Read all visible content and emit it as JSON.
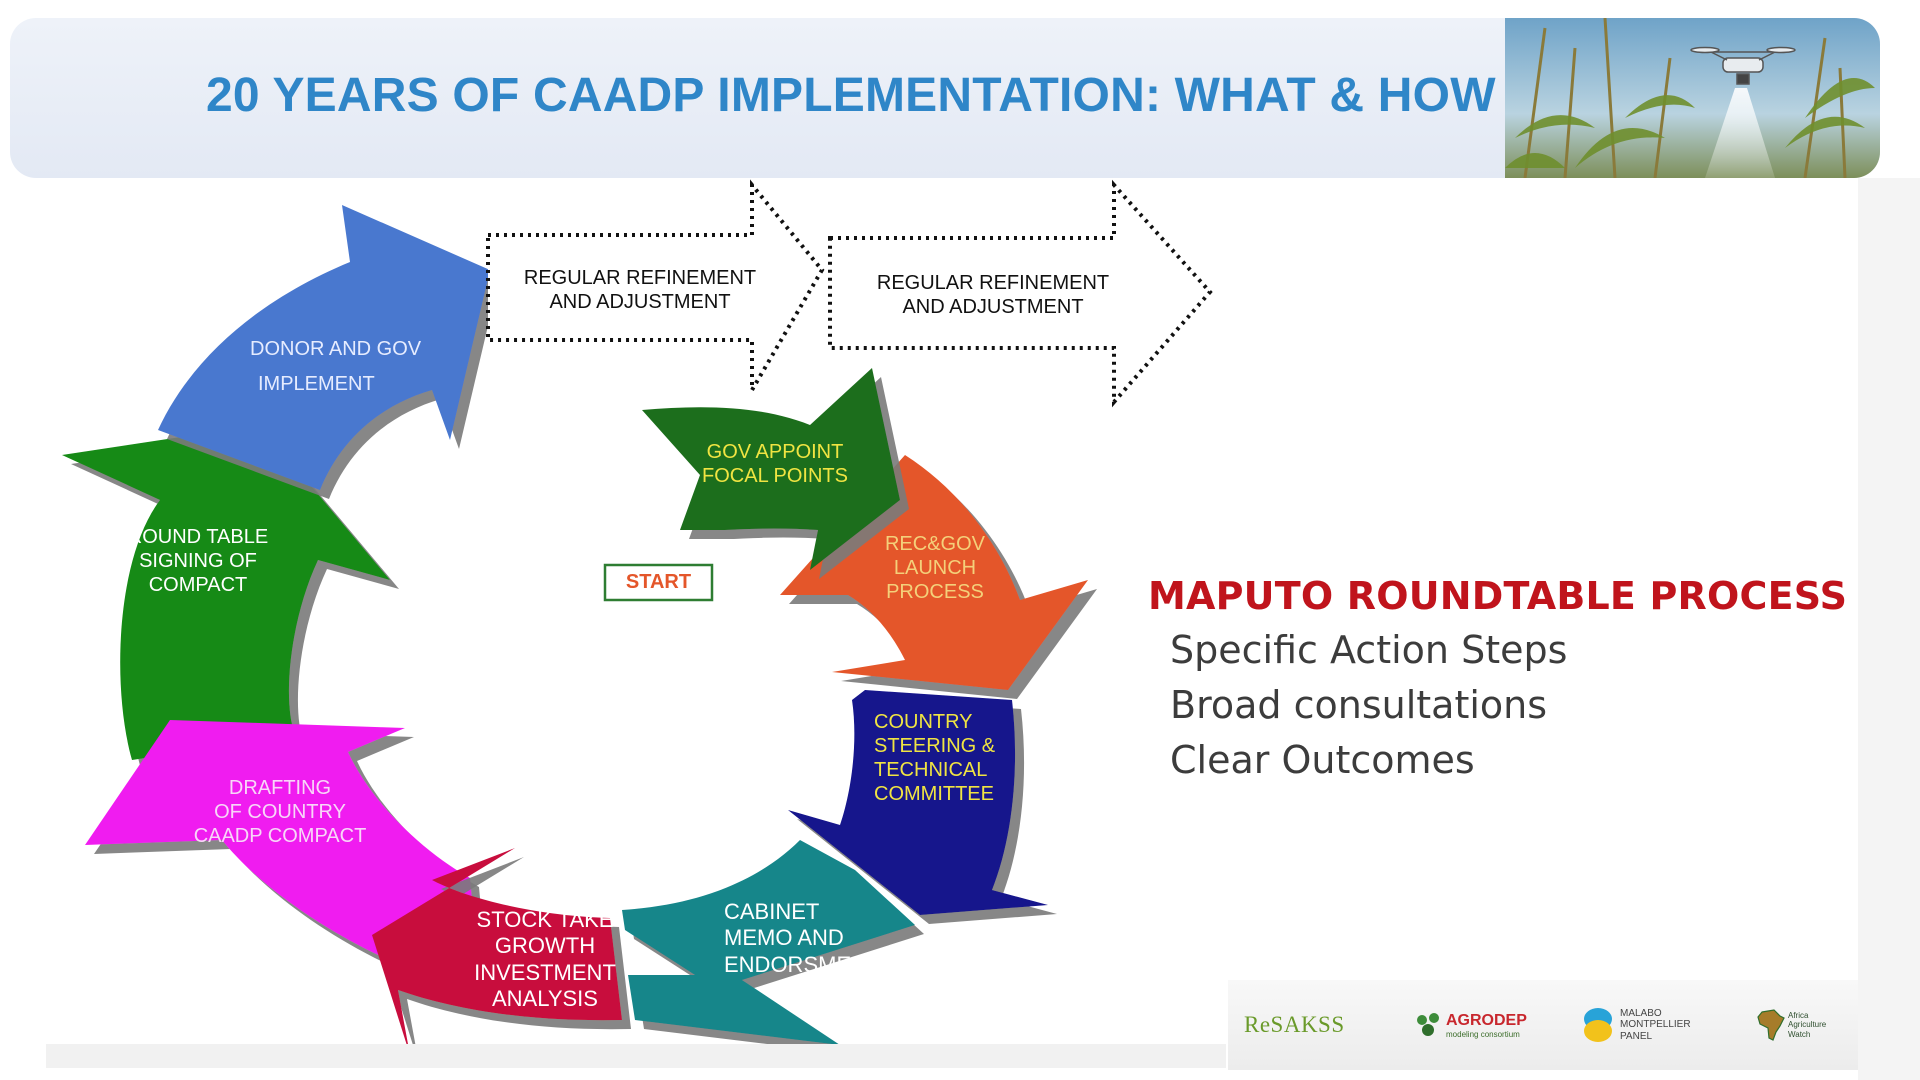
{
  "title": "20 YEARS OF CAADP IMPLEMENTATION: WHAT & HOW",
  "diagram": {
    "refinement_1": [
      "REGULAR REFINEMENT",
      "AND ADJUSTMENT"
    ],
    "refinement_2": [
      "REGULAR REFINEMENT",
      "AND ADJUSTMENT"
    ],
    "start": "START",
    "steps": {
      "gov_appoint": [
        "GOV APPOINT",
        "FOCAL POINTS"
      ],
      "rec_gov": [
        "REC&GOV",
        "LAUNCH",
        "PROCESS"
      ],
      "country_steering": [
        "COUNTRY",
        "STEERING &",
        "TECHNICAL",
        "COMMITTEE"
      ],
      "cabinet": [
        "CABINET",
        "MEMO AND",
        "ENDORSMENT"
      ],
      "stock_take": [
        "STOCK TAKE",
        "GROWTH",
        "INVESTMENT",
        "ANALYSIS"
      ],
      "drafting": [
        "DRAFTING",
        "OF COUNTRY",
        "CAADP COMPACT"
      ],
      "round_table": [
        "ROUND TABLE",
        "SIGNING OF",
        "COMPACT"
      ],
      "donor_gov": [
        "DONOR AND GOV",
        "IMPLEMENT"
      ]
    },
    "colors": {
      "gov_appoint": "#1e6e1e",
      "rec_gov": "#e4562a",
      "country_steering": "#12128c",
      "cabinet": "#13868a",
      "stock_take": "#c8103e",
      "drafting": "#f01cf0",
      "round_table": "#138a13",
      "donor_gov": "#4a78cf"
    }
  },
  "process": {
    "title": "MAPUTO ROUNDTABLE PROCESS",
    "bullets": [
      "Specific Action Steps",
      "Broad consultations",
      "Clear Outcomes"
    ]
  },
  "partners": {
    "resakss": "ReSAKSS",
    "agrodep": "AGRODEP",
    "agrodep_sub": "modeling consortium",
    "malabo": [
      "MALABO",
      "MONTPELLIER",
      "PANEL"
    ],
    "aaw": [
      "Africa",
      "Agriculture",
      "Watch"
    ]
  }
}
